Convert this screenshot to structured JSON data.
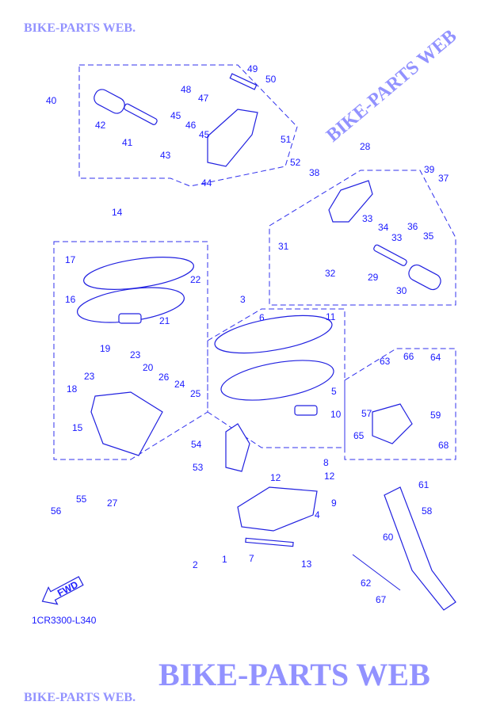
{
  "diagram": {
    "part_labels": [
      "40",
      "42",
      "41",
      "48",
      "47",
      "45",
      "46",
      "45",
      "43",
      "44",
      "49",
      "50",
      "51",
      "52",
      "28",
      "38",
      "39",
      "37",
      "33",
      "34",
      "36",
      "35",
      "33",
      "31",
      "32",
      "29",
      "30",
      "14",
      "17",
      "22",
      "16",
      "21",
      "3",
      "6",
      "11",
      "19",
      "23",
      "23",
      "20",
      "18",
      "26",
      "24",
      "25",
      "63",
      "66",
      "64",
      "5",
      "10",
      "57",
      "59",
      "15",
      "65",
      "68",
      "54",
      "53",
      "8",
      "12",
      "12",
      "9",
      "4",
      "61",
      "58",
      "56",
      "55",
      "27",
      "60",
      "2",
      "1",
      "7",
      "13",
      "62",
      "67"
    ],
    "fwd_badge": "FWD",
    "diagram_code": "1CR3300-L340",
    "watermarks": [
      "BIKE-PARTS WEB.",
      "BIKE-PARTS WEB",
      "BIKE-PARTS WEB",
      "BIKE-PARTS WEB."
    ],
    "colors": {
      "ink": "#1a1aff"
    }
  }
}
